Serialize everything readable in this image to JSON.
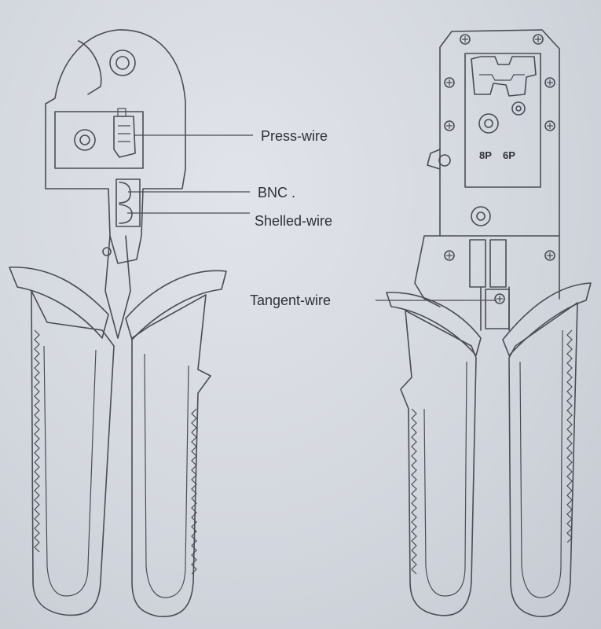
{
  "labels": {
    "press_wire": "Press-wire",
    "bnc": "BNC .",
    "shelled_wire": "Shelled-wire",
    "tangent_wire": "Tangent-wire"
  },
  "die_marks": {
    "left": "8P",
    "right": "6P"
  },
  "colors": {
    "background": "#d3d7de",
    "line": "#4a4d55",
    "text": "#2e3038"
  }
}
